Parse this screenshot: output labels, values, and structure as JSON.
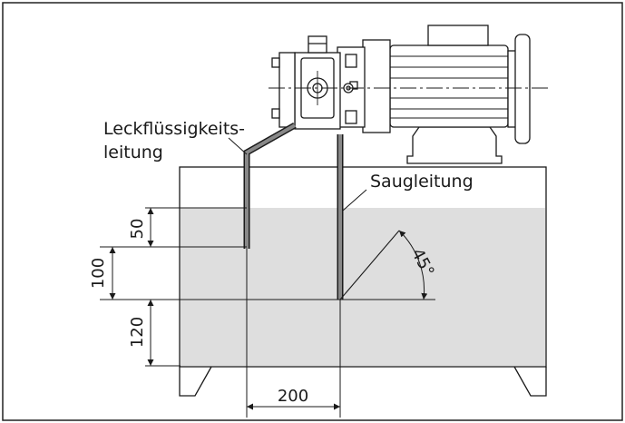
{
  "labels": {
    "leak_line_1": "Leckflüssigkeits-",
    "leak_line_2": "leitung",
    "suction_line": "Saugleitung",
    "angle": "45°"
  },
  "dimensions": {
    "d50": "50",
    "d100": "100",
    "d120": "120",
    "d200": "200"
  }
}
